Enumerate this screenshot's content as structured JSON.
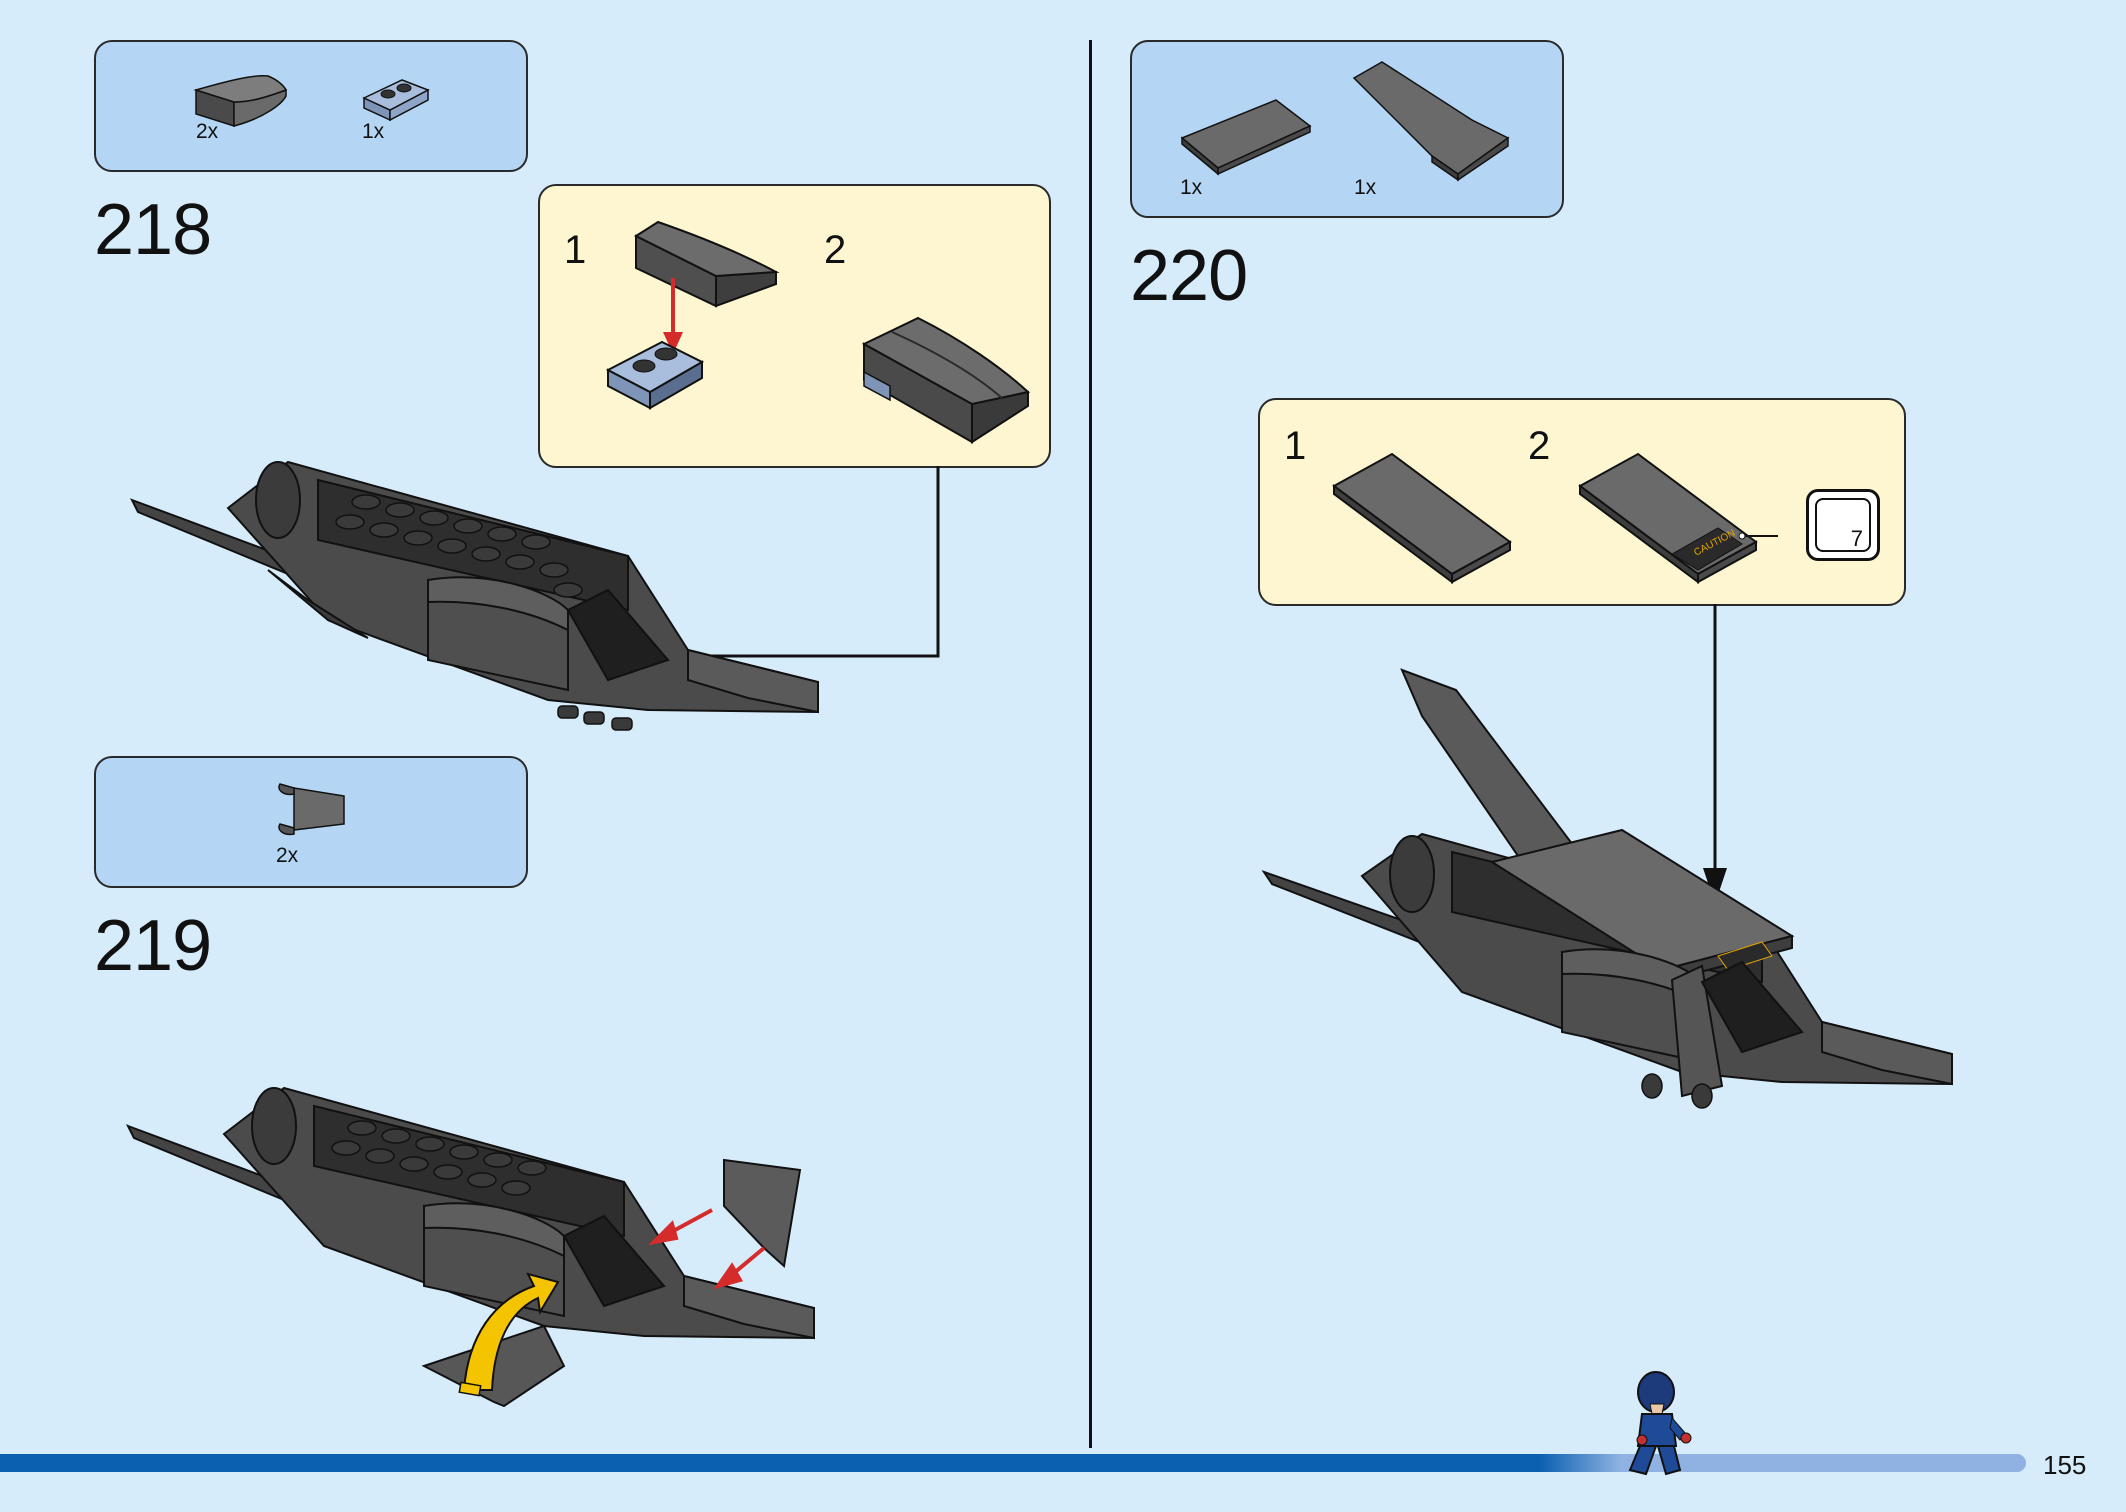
{
  "page": {
    "number": "155"
  },
  "steps": [
    {
      "number": "218",
      "parts": [
        {
          "qty": "2x",
          "icon": "curved-slope-brick-icon"
        },
        {
          "qty": "1x",
          "icon": "plate-1x2-icon"
        }
      ],
      "substeps": [
        {
          "number": "1"
        },
        {
          "number": "2"
        }
      ]
    },
    {
      "number": "219",
      "parts": [
        {
          "qty": "2x",
          "icon": "clip-plate-icon"
        }
      ]
    },
    {
      "number": "220",
      "parts": [
        {
          "qty": "1x",
          "icon": "tile-2x4-icon"
        },
        {
          "qty": "1x",
          "icon": "wing-plate-icon"
        }
      ],
      "substeps": [
        {
          "number": "1"
        },
        {
          "number": "2"
        }
      ],
      "sticker": {
        "number": "7",
        "text": "CAUTION"
      }
    }
  ],
  "colors": {
    "background": "#d6ecfb",
    "parts_box": "#b4d6f4",
    "substep_box": "#fdf6d0",
    "brick": "#5b5b5b",
    "arrow_red": "#d52b2b",
    "arrow_yellow": "#f5c400",
    "bar": "#0b60b0"
  }
}
